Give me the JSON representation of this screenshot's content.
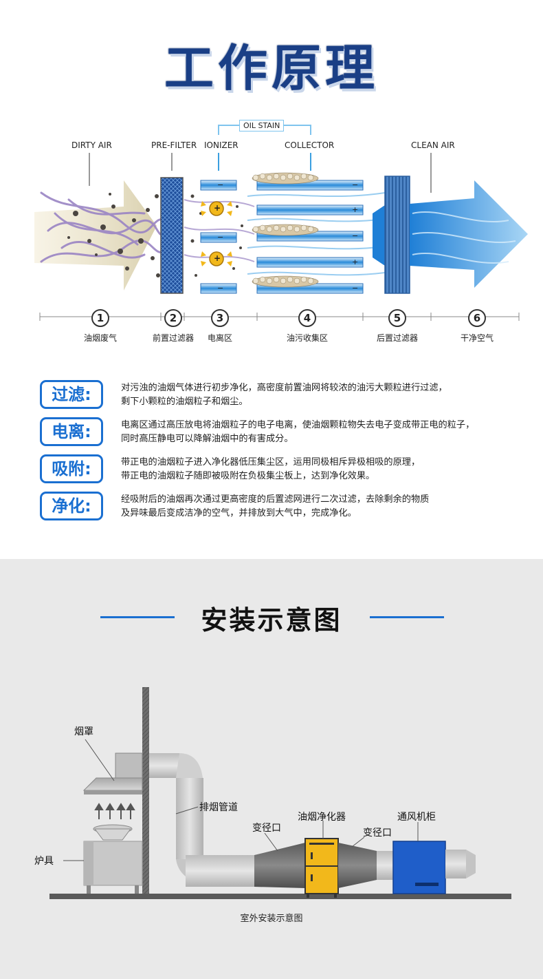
{
  "header": {
    "title": "工作原理"
  },
  "diagram": {
    "top_labels": {
      "dirty_air": "DIRTY AIR",
      "pre_filter": "PRE-FILTER",
      "ionizer": "IONIZER",
      "collector": "COLLECTOR",
      "clean_air": "CLEAN AIR",
      "oil_stain": "OIL STAIN"
    },
    "steps": [
      {
        "num": "1",
        "label": "油烟废气"
      },
      {
        "num": "2",
        "label": "前置过滤器"
      },
      {
        "num": "3",
        "label": "电离区"
      },
      {
        "num": "4",
        "label": "油污收集区"
      },
      {
        "num": "5",
        "label": "后置过滤器"
      },
      {
        "num": "6",
        "label": "干净空气"
      }
    ],
    "plate_signs": [
      "−",
      "+",
      "−",
      "+",
      "−"
    ],
    "ion_signs": [
      "−",
      "+",
      "−",
      "+",
      "−"
    ]
  },
  "descriptions": [
    {
      "badge": "过滤:",
      "line1": "对污浊的油烟气体进行初步净化，高密度前置油网将较浓的油污大颗粒进行过滤，",
      "line2": "剩下小颗粒的油烟粒子和烟尘。"
    },
    {
      "badge": "电离:",
      "line1": "电离区通过高压放电将油烟粒子的电子电离，使油烟颗粒物失去电子变成带正电的粒子，",
      "line2": "同时高压静电可以降解油烟中的有害成分。"
    },
    {
      "badge": "吸附:",
      "line1": "带正电的油烟粒子进入净化器低压集尘区，运用同极相斥异极相吸的原理，",
      "line2": "带正电的油烟粒子随即被吸附在负极集尘板上，达到净化效果。"
    },
    {
      "badge": "净化:",
      "line1": "经吸附后的油烟再次通过更高密度的后置滤网进行二次过滤，去除剩余的物质",
      "line2": "及异味最后变成洁净的空气，并排放到大气中，完成净化。"
    }
  ],
  "install": {
    "title": "安装示意图",
    "labels": {
      "hood": "烟罩",
      "duct": "排烟管道",
      "reducer_left": "变径口",
      "purifier": "油烟净化器",
      "reducer_right": "变径口",
      "fan_cabinet": "通风机柜",
      "stove": "炉具"
    },
    "caption": "室外安装示意图"
  },
  "colors": {
    "title_blue": "#1a3f86",
    "accent_blue": "#1a6fd1",
    "cabinet_blue": "#1f5ec9",
    "purifier_yellow": "#f2b81b"
  }
}
